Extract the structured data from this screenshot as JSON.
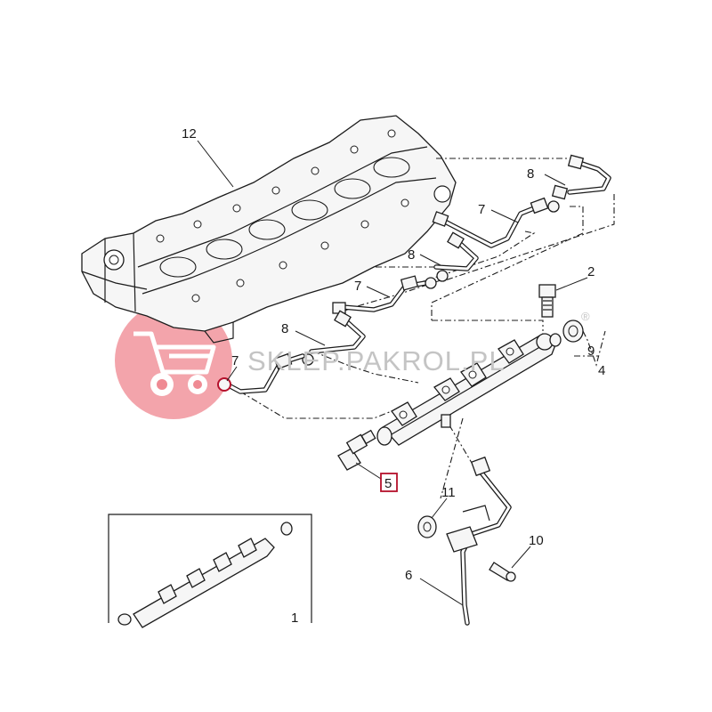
{
  "watermark": {
    "text": "SKLEP.PAKROL.PL",
    "registered_mark": "®",
    "color": "#e63c4b"
  },
  "highlight_color": "#b5102b",
  "callouts": {
    "head": "12",
    "banjo": "2",
    "plug": "9",
    "kit": "4",
    "sensor": "5",
    "feed_pipe": "6",
    "spacer": "11",
    "screw": "10",
    "pipe7_top": "7",
    "pipe8_top": "8",
    "pipe8_mid_a": "8",
    "pipe7_mid": "7",
    "pipe8_mid_b": "8",
    "pipe7_low": "7"
  },
  "inset_label": "1"
}
